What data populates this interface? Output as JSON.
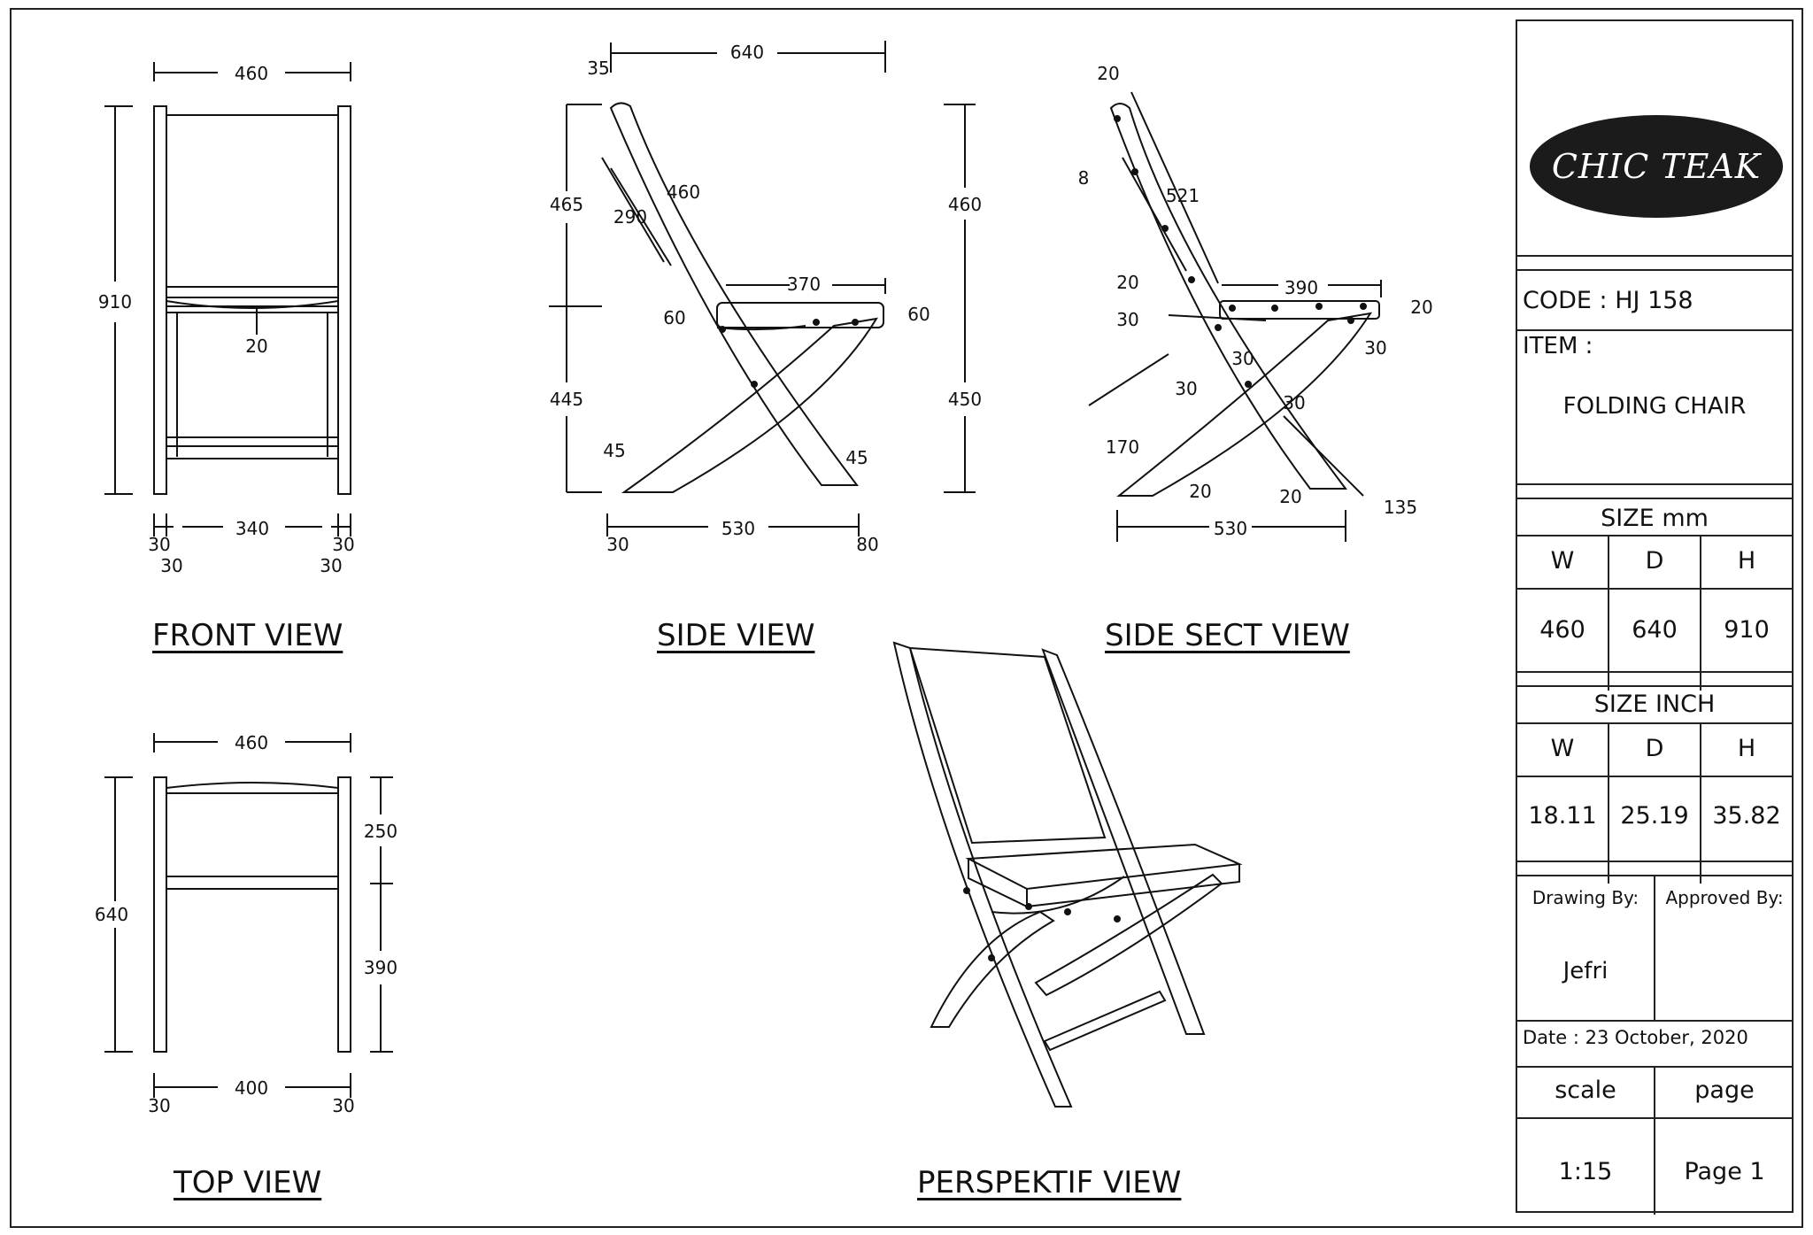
{
  "titleblock": {
    "logo_text": "CHIC TEAK",
    "code": "CODE : HJ 158",
    "item_label": "ITEM :",
    "item_value": "FOLDING CHAIR",
    "size_mm_label": "SIZE mm",
    "size_inch_label": "SIZE INCH",
    "col_w": "W",
    "col_d": "D",
    "col_h": "H",
    "mm": {
      "w": "460",
      "d": "640",
      "h": "910"
    },
    "inch": {
      "w": "18.11",
      "d": "25.19",
      "h": "35.82"
    },
    "drawing_by_label": "Drawing By:",
    "approved_by_label": "Approved By:",
    "drawing_by": "Jefri",
    "date": "Date : 23 October, 2020",
    "scale_label": "scale",
    "page_label": "page",
    "scale": "1:15",
    "page": "Page 1"
  },
  "views": {
    "front": "FRONT VIEW",
    "side": "SIDE VIEW",
    "side_sect": "SIDE SECT VIEW",
    "top": "TOP VIEW",
    "perspektif": "PERSPEKTIF VIEW"
  },
  "dims": {
    "front": {
      "width": "460",
      "height": "910",
      "seat": "20",
      "inner": "340",
      "l1": "30",
      "l2": "30",
      "r1": "30",
      "r2": "30"
    },
    "side": {
      "depth": "640",
      "tilt": "35",
      "back": "460",
      "slot": "290",
      "upper": "465",
      "lower": "445",
      "seat": "370",
      "t1": "60",
      "t2": "60",
      "right_upper": "460",
      "right_lower": "450",
      "foot_l": "45",
      "foot_r": "45",
      "base": "530",
      "off_l": "30",
      "off_r": "80"
    },
    "sect": {
      "top": "20",
      "pin": "8",
      "back": "521",
      "seat": "390",
      "s1": "20",
      "s2": "30",
      "s3": "20",
      "s4": "30",
      "s5": "30",
      "s6": "30",
      "s7": "30",
      "leg": "170",
      "f1": "20",
      "f2": "20",
      "base": "530",
      "rear": "135"
    },
    "top": {
      "width": "460",
      "depth": "640",
      "front": "250",
      "back": "390",
      "inner": "400",
      "l": "30",
      "r": "30"
    }
  }
}
